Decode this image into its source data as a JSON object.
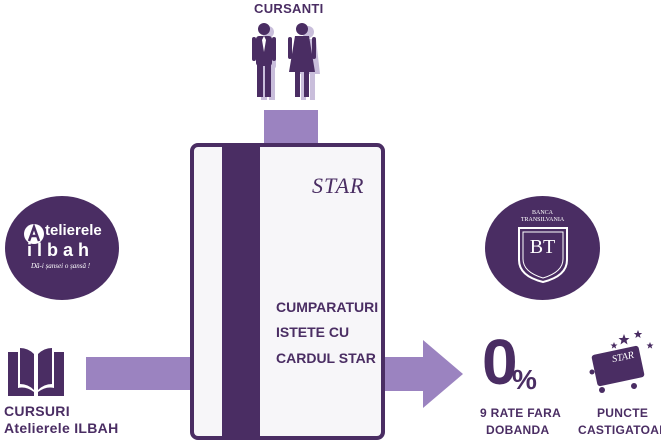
{
  "people": {
    "label": "CURSANTI"
  },
  "card": {
    "brand": "STAR",
    "slogan_line1": "CUMPARATURI",
    "slogan_line2": "ISTETE CU",
    "slogan_line3": "CARDUL STAR"
  },
  "ilbah": {
    "logo_word1": "telierele",
    "logo_word2": "ilbah",
    "logo_tagline": "Dă-i șansei o șansă !",
    "label_line1": "CURSURI",
    "label_line2": "Atelierele ILBAH"
  },
  "bank": {
    "logo_line1": "BANCA",
    "logo_line2": "TRANSILVANIA",
    "logo_initials": "BT"
  },
  "benefits": {
    "zero": "0",
    "percent": "%",
    "rates_line1": "9 RATE FARA",
    "rates_line2": "DOBANDA",
    "points_card": "STAR",
    "points_line1": "PUNCTE",
    "points_line2": "CASTIGATOARE"
  },
  "colors": {
    "dark_purple": "#4a2d63",
    "light_purple": "#9b83c0",
    "card_bg": "#f7f6f9"
  }
}
